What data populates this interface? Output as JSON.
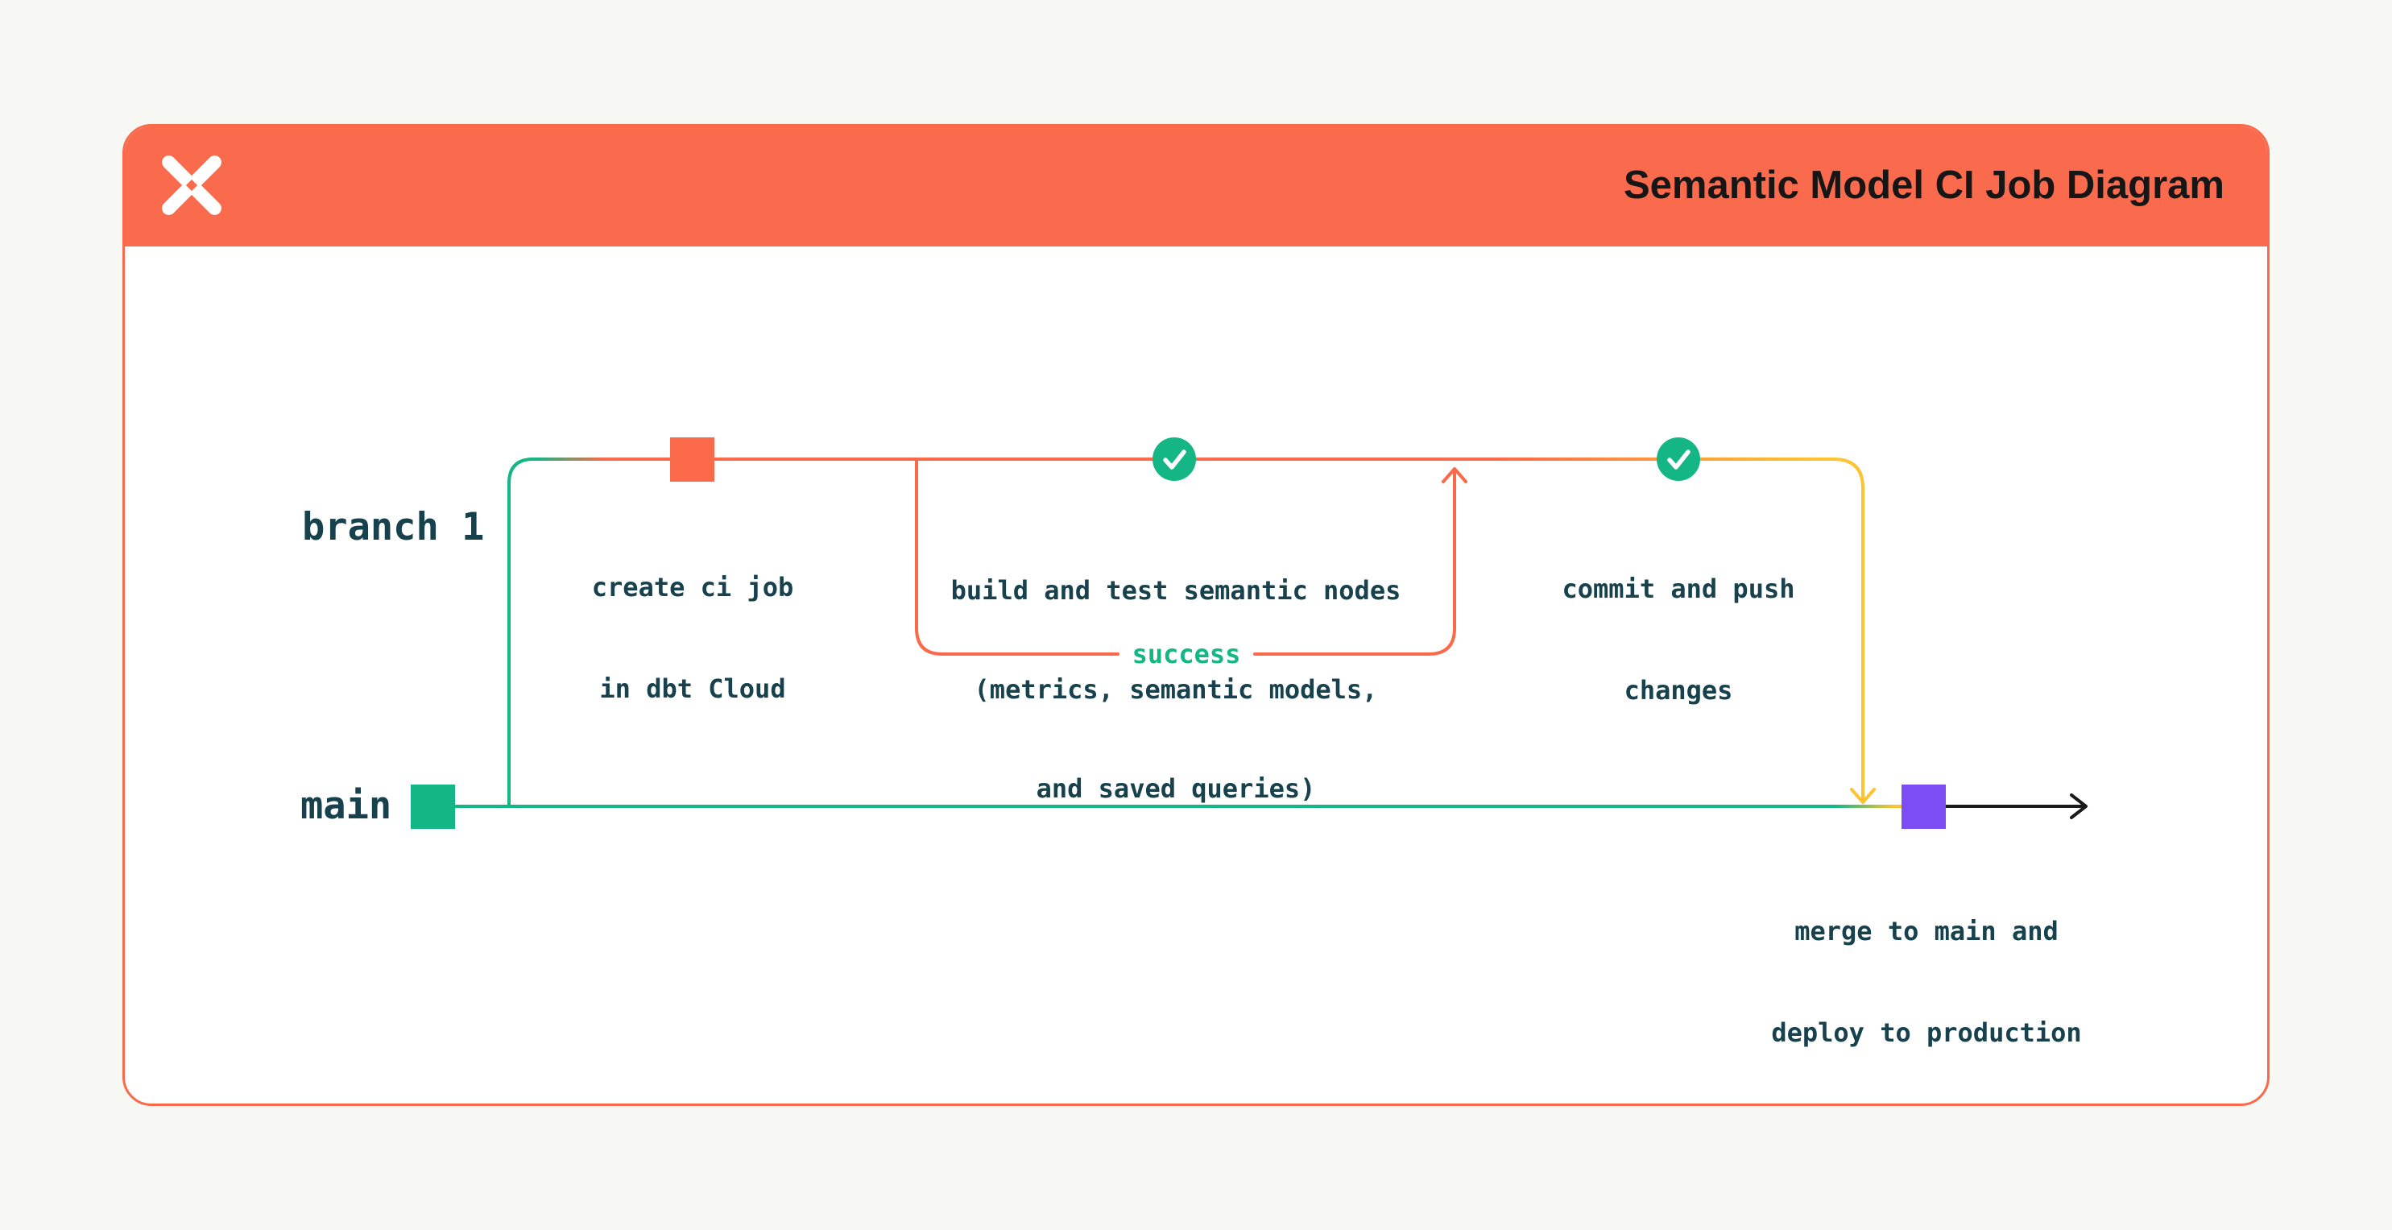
{
  "header": {
    "title": "Semantic Model CI Job Diagram",
    "logo": "dbt-logo"
  },
  "lanes": {
    "branch": {
      "label": "branch 1"
    },
    "main": {
      "label": "main"
    }
  },
  "nodes": {
    "create": {
      "marker": "orange-square",
      "lines": [
        "create ci job",
        "in dbt Cloud"
      ]
    },
    "build": {
      "marker": "check-circle",
      "lines": [
        "build and test semantic nodes",
        "(metrics, semantic models,",
        "and saved queries)"
      ]
    },
    "commit": {
      "marker": "check-circle",
      "lines": [
        "commit and push",
        "changes"
      ]
    },
    "merge": {
      "marker": "purple-square",
      "lines": [
        "merge to main and",
        "deploy to production"
      ]
    }
  },
  "annotations": {
    "success": "success"
  },
  "colors": {
    "page_bg": "#f7f7f4",
    "card_bg": "#ffffff",
    "header_bg": "#fa6a4c",
    "orange": "#fa6a4a",
    "green": "#14b685",
    "yellow": "#fdc330",
    "purple": "#7c4cf5",
    "ink": "#17414d",
    "title_ink": "#161616",
    "black": "#1a1a1a",
    "white": "#ffffff"
  }
}
